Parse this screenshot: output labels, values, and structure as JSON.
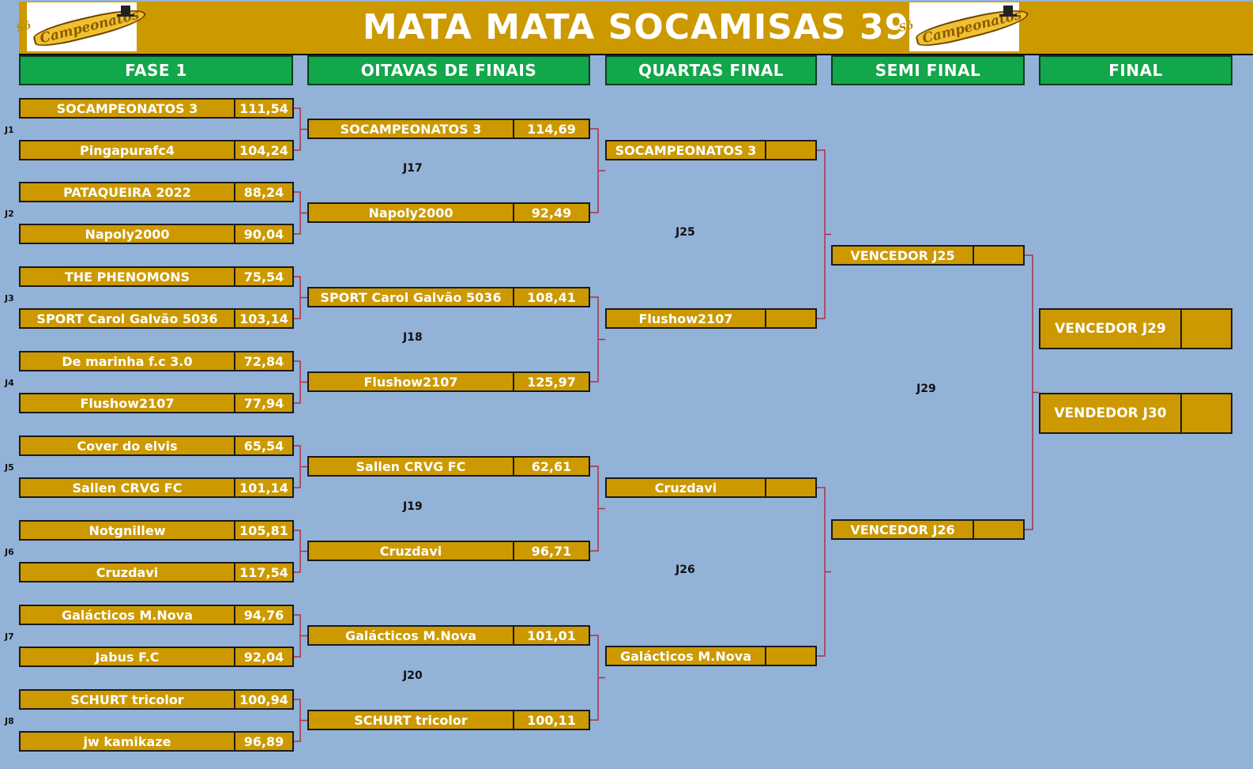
{
  "title": "MATA MATA SOCAMISAS 39",
  "logo_text": {
    "so": "Só",
    "campeonatos": "Campeonatos"
  },
  "rounds": [
    {
      "key": "fase1",
      "label": "FASE 1"
    },
    {
      "key": "oitavas",
      "label": "OITAVAS DE FINAIS"
    },
    {
      "key": "quartas",
      "label": "QUARTAS FINAL"
    },
    {
      "key": "semi",
      "label": "SEMI FINAL"
    },
    {
      "key": "final",
      "label": "FINAL"
    }
  ],
  "fase1": [
    {
      "label": "J1",
      "teams": [
        {
          "name": "SOCAMPEONATOS 3",
          "score": "111,54"
        },
        {
          "name": "Pingapurafc4",
          "score": "104,24"
        }
      ]
    },
    {
      "label": "J2",
      "teams": [
        {
          "name": "PATAQUEIRA 2022",
          "score": "88,24"
        },
        {
          "name": "Napoly2000",
          "score": "90,04"
        }
      ]
    },
    {
      "label": "J3",
      "teams": [
        {
          "name": "THE PHENOMONS",
          "score": "75,54"
        },
        {
          "name": "SPORT Carol Galvão 5036",
          "score": "103,14"
        }
      ]
    },
    {
      "label": "J4",
      "teams": [
        {
          "name": "De marinha f.c 3.0",
          "score": "72,84"
        },
        {
          "name": "Flushow2107",
          "score": "77,94"
        }
      ]
    },
    {
      "label": "J5",
      "teams": [
        {
          "name": "Cover do elvis",
          "score": "65,54"
        },
        {
          "name": "Sallen CRVG FC",
          "score": "101,14"
        }
      ]
    },
    {
      "label": "J6",
      "teams": [
        {
          "name": "Notgnillew",
          "score": "105,81"
        },
        {
          "name": "Cruzdavi",
          "score": "117,54"
        }
      ]
    },
    {
      "label": "J7",
      "teams": [
        {
          "name": "Galácticos M.Nova",
          "score": "94,76"
        },
        {
          "name": "Jabus F.C",
          "score": "92,04"
        }
      ]
    },
    {
      "label": "J8",
      "teams": [
        {
          "name": "SCHURT tricolor",
          "score": "100,94"
        },
        {
          "name": "jw kamikaze",
          "score": "96,89"
        }
      ]
    }
  ],
  "oitavas": [
    {
      "label": "J17",
      "teams": [
        {
          "name": "SOCAMPEONATOS 3",
          "score": "114,69"
        },
        {
          "name": "Napoly2000",
          "score": "92,49"
        }
      ]
    },
    {
      "label": "J18",
      "teams": [
        {
          "name": "SPORT Carol Galvão 5036",
          "score": "108,41"
        },
        {
          "name": "Flushow2107",
          "score": "125,97"
        }
      ]
    },
    {
      "label": "J19",
      "teams": [
        {
          "name": "Sallen CRVG FC",
          "score": "62,61"
        },
        {
          "name": "Cruzdavi",
          "score": "96,71"
        }
      ]
    },
    {
      "label": "J20",
      "teams": [
        {
          "name": "Galácticos M.Nova",
          "score": "101,01"
        },
        {
          "name": "SCHURT tricolor",
          "score": "100,11"
        }
      ]
    }
  ],
  "quartas": [
    {
      "label": "J25",
      "teams": [
        {
          "name": "SOCAMPEONATOS 3",
          "score": ""
        },
        {
          "name": "Flushow2107",
          "score": ""
        }
      ]
    },
    {
      "label": "J26",
      "teams": [
        {
          "name": "Cruzdavi",
          "score": ""
        },
        {
          "name": "Galácticos M.Nova",
          "score": ""
        }
      ]
    }
  ],
  "semi": [
    {
      "label": "J29",
      "teams": [
        {
          "name": "VENCEDOR J25",
          "score": ""
        },
        {
          "name": "VENCEDOR J26",
          "score": ""
        }
      ]
    }
  ],
  "final": [
    {
      "name": "VENCEDOR J29",
      "score": ""
    },
    {
      "name": "VENDEDOR J30",
      "score": ""
    }
  ],
  "colors": {
    "background": "#93b2d8",
    "gold": "#cc9900",
    "green": "#12a74a",
    "line": "#b03040"
  }
}
